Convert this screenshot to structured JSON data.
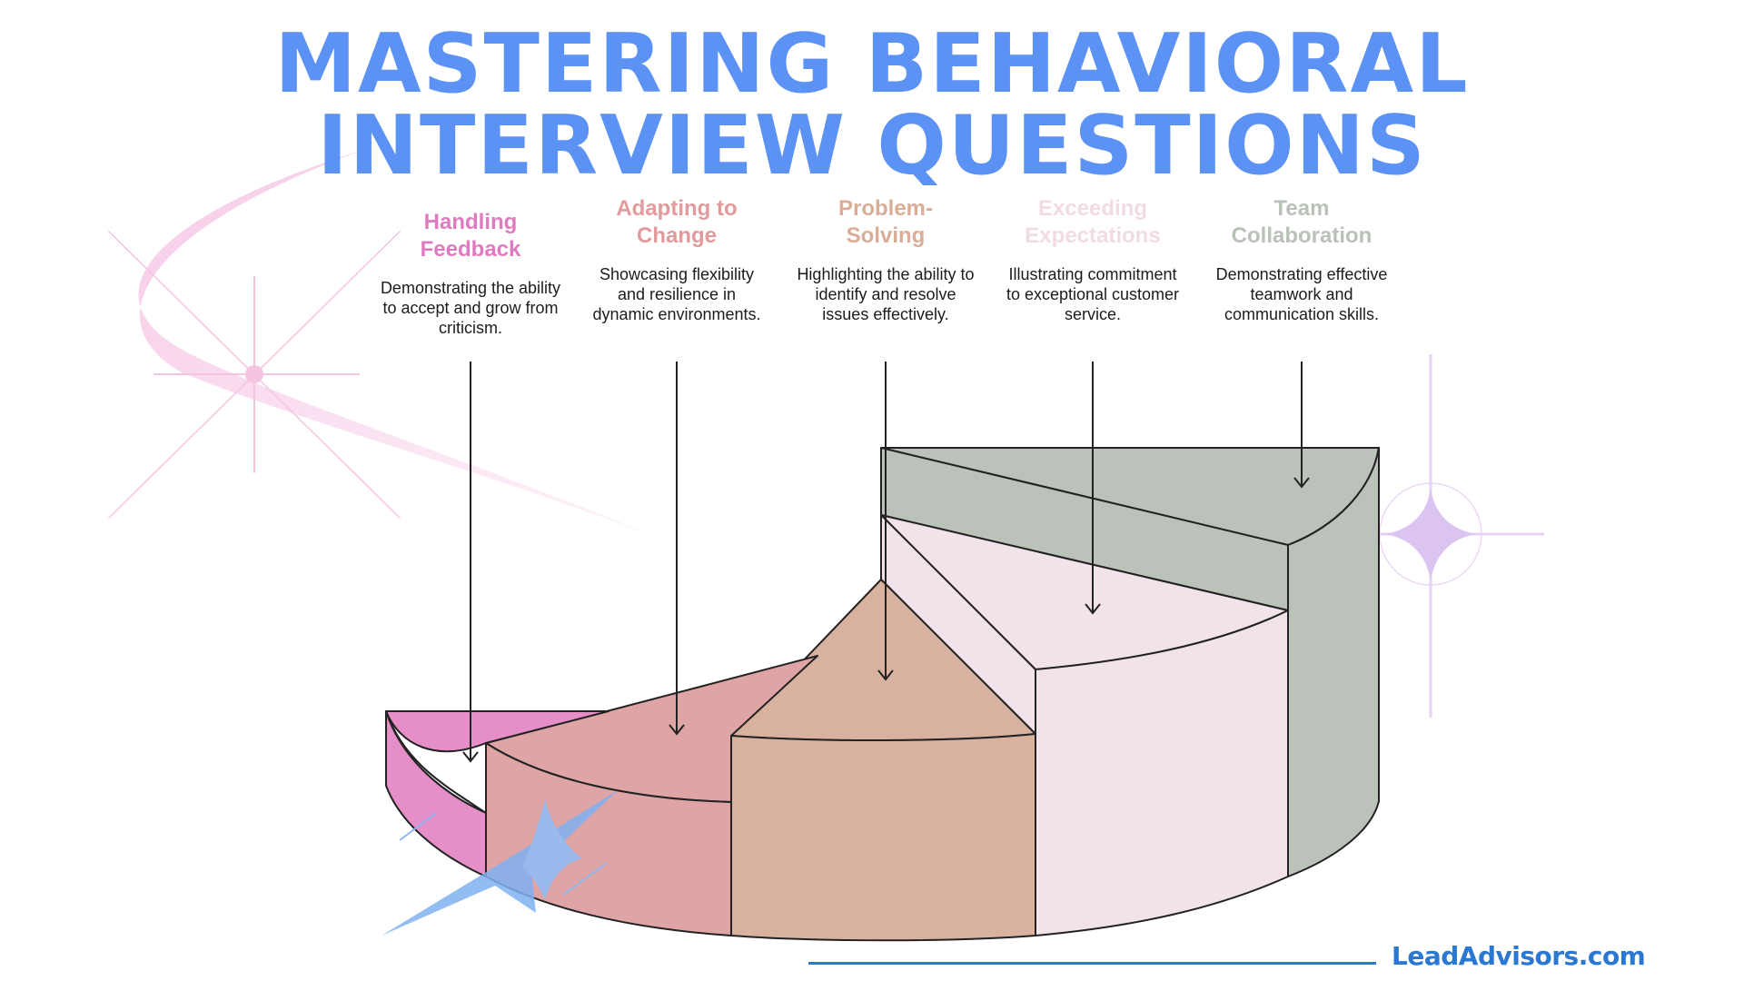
{
  "title_lines": [
    "MASTERING BEHAVIORAL",
    "INTERVIEW QUESTIONS"
  ],
  "segments": [
    {
      "heading": "Handling Feedback",
      "description": "Demonstrating the ability to accept and grow from criticism.",
      "color": "#e58ec8",
      "heading_color": "#e07ac0"
    },
    {
      "heading": "Adapting to Change",
      "description": "Showcasing flexibility and resilience in dynamic environments.",
      "color": "#dfa4a5",
      "heading_color": "#e29a9c"
    },
    {
      "heading": "Problem-Solving",
      "description": "Highlighting the ability to identify and resolve issues effectively.",
      "color": "#d8b29f",
      "heading_color": "#d9ad97"
    },
    {
      "heading": "Exceeding Expectations",
      "description": "Illustrating commitment to exceptional customer service.",
      "color": "#f2e3ea",
      "heading_color": "#f1dbe4"
    },
    {
      "heading": "Team Collaboration",
      "description": "Demonstrating effective teamwork and communication skills.",
      "color": "#bac2b9",
      "heading_color": "#b9c1b8"
    }
  ],
  "brand": "LeadAdvisors.com",
  "colors": {
    "title": "#5b92f4",
    "brand": "#2a78d2",
    "outline": "#222222"
  }
}
